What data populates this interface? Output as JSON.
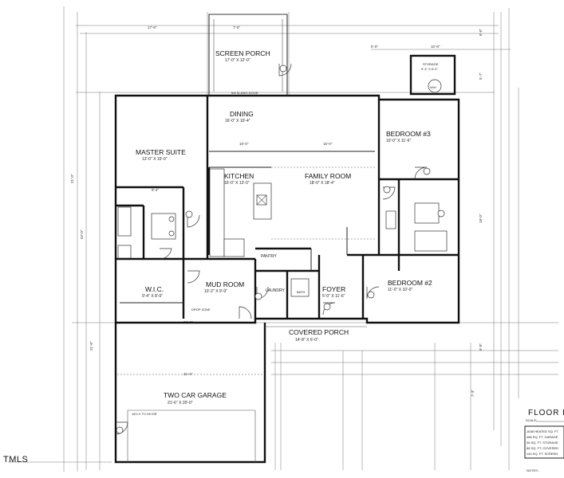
{
  "plan": {
    "rooms": {
      "screen_porch": {
        "name": "SCREEN PORCH",
        "size": "17'-0\" X 12'-0\""
      },
      "dining": {
        "name": "DINING",
        "size": "16'-0\" X 10'-4\""
      },
      "master_suite": {
        "name": "MASTER SUITE",
        "size": "13'-0\" X 15'-0\""
      },
      "kitchen": {
        "name": "KITCHEN",
        "size": "16'-0\" X 13'-0\""
      },
      "family_room": {
        "name": "FAMILY ROOM",
        "size": "18'-0\" X 18'-4\""
      },
      "bedroom_3": {
        "name": "BEDROOM #3",
        "size": "10'-0\" X 11'-6\""
      },
      "bedroom_2": {
        "name": "BEDROOM #2",
        "size": "11'-0\" X 10'-0\""
      },
      "wic": {
        "name": "W.I.C.",
        "size": "9'-4\" X 8'-0\""
      },
      "mud_room": {
        "name": "MUD ROOM",
        "size": "10'-2\" X 9'-9\""
      },
      "pantry": {
        "name": "PANTRY"
      },
      "laundry": {
        "name": "LAUNDRY"
      },
      "foyer": {
        "name": "FOYER",
        "size": "5'-0\" X 11'-6\""
      },
      "covered_porch": {
        "name": "COVERED PORCH",
        "size": "14'-8\" X 6'-0\""
      },
      "two_car_garage": {
        "name": "TWO CAR GARAGE",
        "size": "21'-6\" X 20'-0\""
      },
      "storage": {
        "name": "STORAGE",
        "size": "5'-4\" X 6'-4\""
      }
    },
    "labels": {
      "sliding_door": "6/8 SLDNG DOOR",
      "drop_zone": "DROP ZONE",
      "bath": "BATH",
      "garage_door": "16'0 X 7'0 OH DR",
      "water_heater": "W/H"
    },
    "dimensions": {
      "top_left": "17'-8\"",
      "top_porch": "7'-0\"",
      "top_a": "5'-0\"",
      "top_b": "10'-8\"",
      "right_1": "6'-0\"",
      "right_2": "5'-7\"",
      "right_3": "18'-0\"",
      "right_4": "6'-0\"",
      "right_5": "7'-3\"",
      "left_1": "21'-0\"",
      "left_2": "52'-0\"",
      "left_3": "21'-6\"",
      "mid_1": "16'-0\"",
      "mid_2": "15'-0\"",
      "mid_3": "21'-6\"",
      "wic_w": "9'-4\"",
      "garage_w": "21'-6\""
    },
    "floor_title": "FLOOR P",
    "scale_label": "SCALE:",
    "summary_lines": [
      "1638 HEATED SQ. FT.",
      "486 SQ. FT. GARAGE",
      "36 SQ. FT. STORAGE",
      "88 SQ. FT. COVERED",
      "144 SQ. FT. SCREEN"
    ],
    "notes_label": "NOTES:",
    "watermark": "TMLS"
  }
}
